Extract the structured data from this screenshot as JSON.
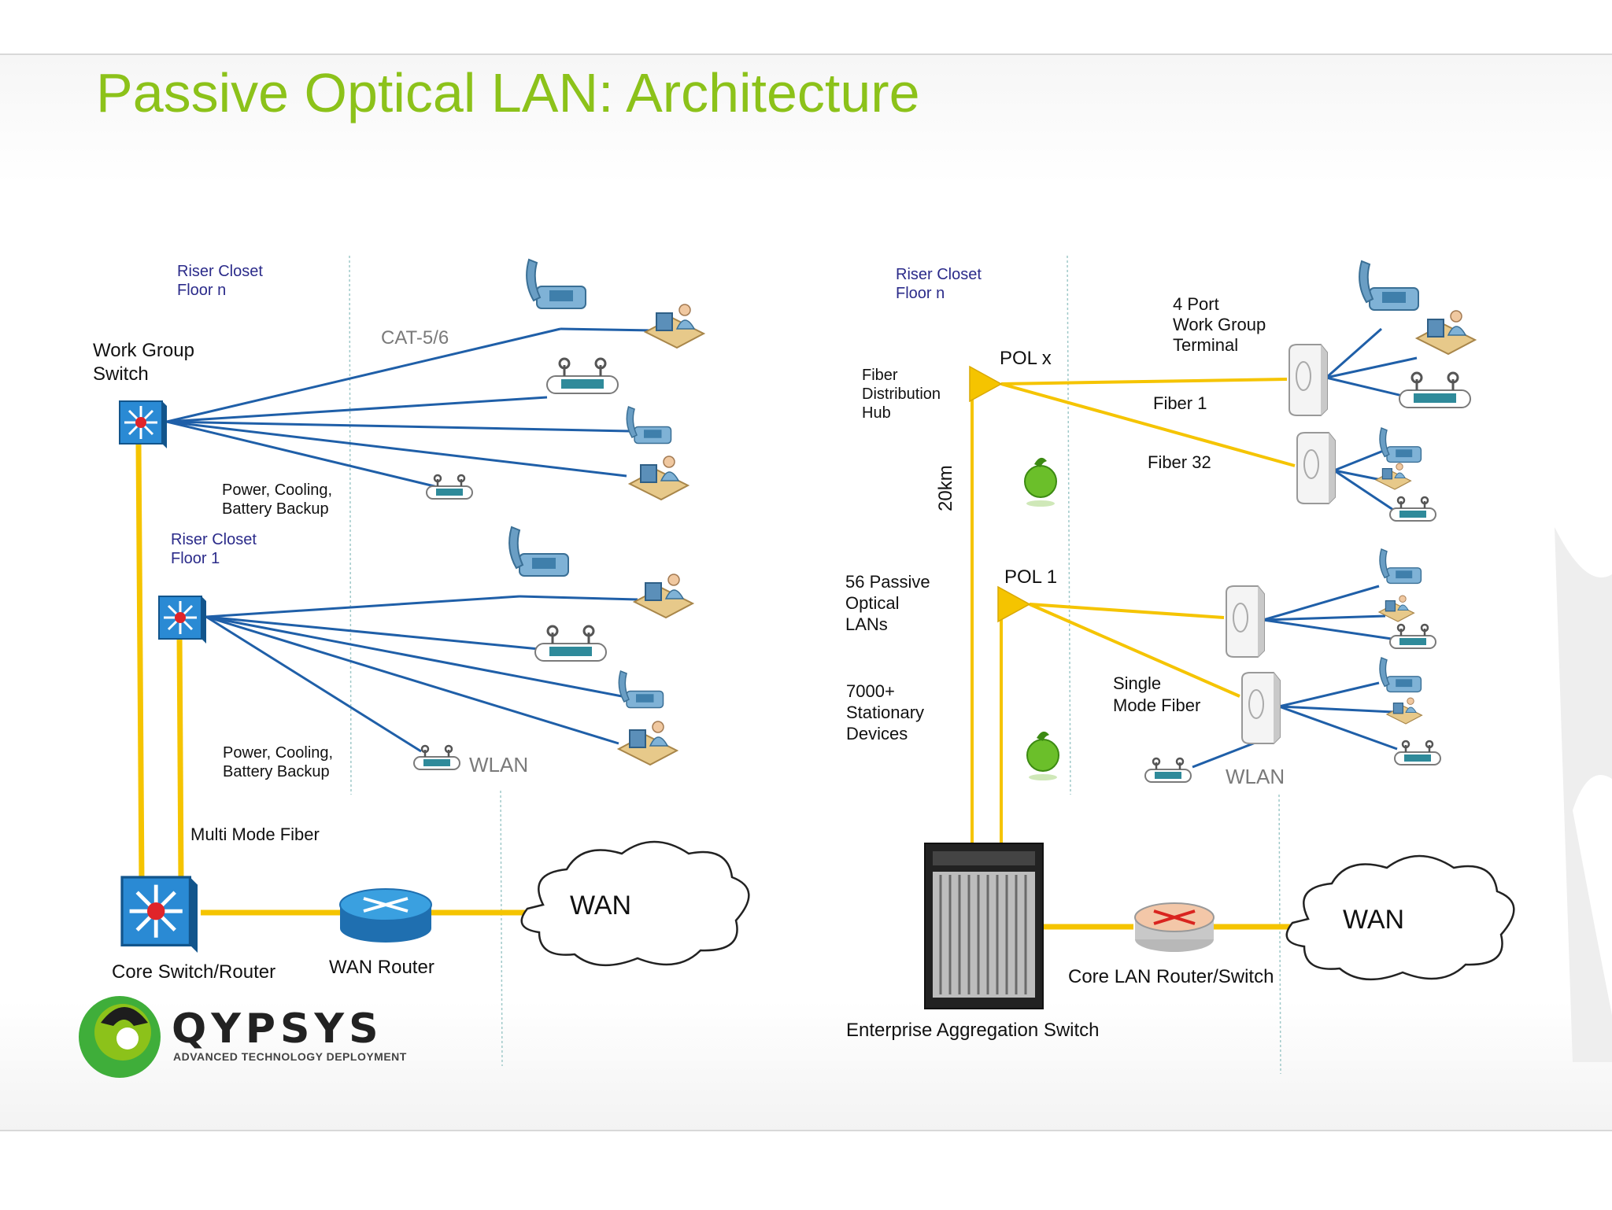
{
  "title": "Passive Optical LAN: Architecture",
  "colors": {
    "title": "#8cc21a",
    "fiber": "#f5c400",
    "copper": "#1f5fa8",
    "riser_text": "#2b2b8a"
  },
  "left": {
    "riser_n_line1": "Riser Closet",
    "riser_n_line2": "Floor  n",
    "wgs_line1": "Work Group",
    "wgs_line2": "Switch",
    "cat": "CAT-5/6",
    "power_a_line1": "Power, Cooling,",
    "power_a_line2": "Battery Backup",
    "riser_1_line1": "Riser Closet",
    "riser_1_line2": "Floor  1",
    "power_b_line1": "Power, Cooling,",
    "power_b_line2": "Battery Backup",
    "wlan": "WLAN",
    "mmf": "Multi Mode Fiber",
    "wan": "WAN",
    "core": "Core Switch/Router",
    "wan_router": "WAN Router"
  },
  "right": {
    "riser_n_line1": "Riser Closet",
    "riser_n_line2": "Floor  n",
    "hub_line1": "Fiber",
    "hub_line2": "Distribution",
    "hub_line3": "Hub",
    "polx": "POL x",
    "pol1": "POL 1",
    "wgt_line1": "4 Port",
    "wgt_line2": "Work Group",
    "wgt_line3": "Terminal",
    "fiber1": "Fiber 1",
    "fiber32": "Fiber  32",
    "distance": "20km",
    "pol_count_line1": "56 Passive",
    "pol_count_line2": "Optical",
    "pol_count_line3": "LANs",
    "devices_line1": "7000+",
    "devices_line2": "Stationary",
    "devices_line3": "Devices",
    "smf_line1": "Single",
    "smf_line2": "Mode Fiber",
    "wlan": "WLAN",
    "wan": "WAN",
    "core_lan": "Core LAN Router/Switch",
    "agg": "Enterprise Aggregation Switch"
  },
  "logo": {
    "word": "QYPSYS",
    "tagline": "ADVANCED TECHNOLOGY DEPLOYMENT"
  }
}
